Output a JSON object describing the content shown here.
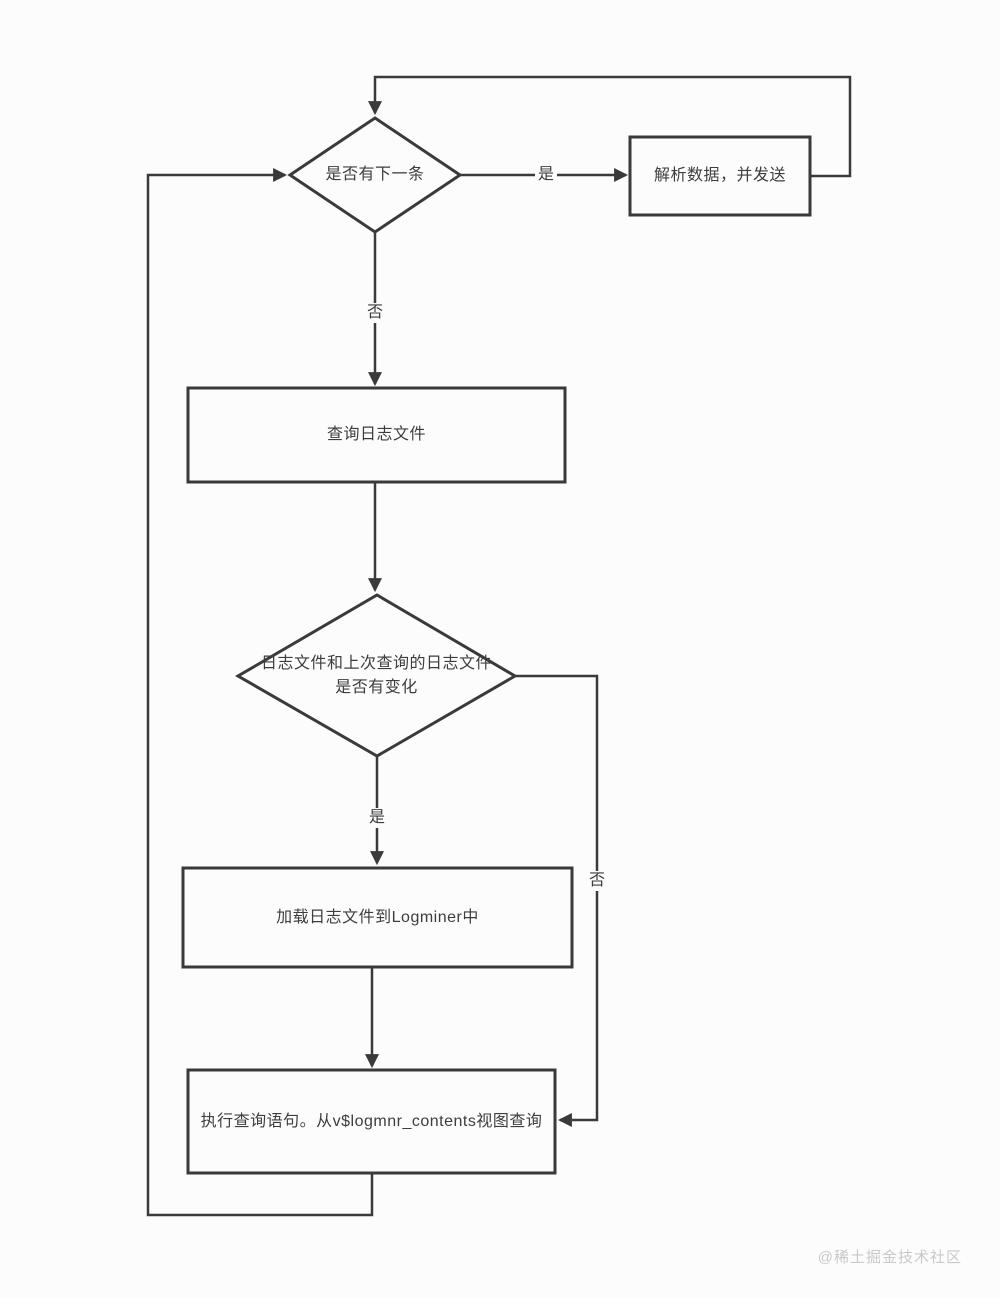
{
  "page": {
    "background": "#fcfcfc",
    "watermark": "@稀土掘金技术社区"
  },
  "colors": {
    "line": "#3a3a3a",
    "text": "#3d3d3d",
    "watermark": "#c9c9c9"
  },
  "nodes": {
    "has_next": {
      "type": "decision",
      "label": "是否有下一条"
    },
    "parse_send": {
      "type": "process",
      "label": "解析数据，并发送"
    },
    "query_log": {
      "type": "process",
      "label": "查询日志文件"
    },
    "log_changed": {
      "type": "decision",
      "label": "日志文件和上次查询的日志文件是否有变化"
    },
    "load_logminer": {
      "type": "process",
      "label": "加载日志文件到Logminer中"
    },
    "exec_query": {
      "type": "process",
      "label": "执行查询语句。从v$logmnr_contents视图查询"
    }
  },
  "edges": {
    "has_next_yes": {
      "label": "是",
      "from": "has_next",
      "to": "parse_send"
    },
    "has_next_no": {
      "label": "否",
      "from": "has_next",
      "to": "query_log"
    },
    "log_changed_yes": {
      "label": "是",
      "from": "log_changed",
      "to": "load_logminer"
    },
    "log_changed_no": {
      "label": "否",
      "from": "log_changed",
      "to": "exec_query"
    }
  }
}
